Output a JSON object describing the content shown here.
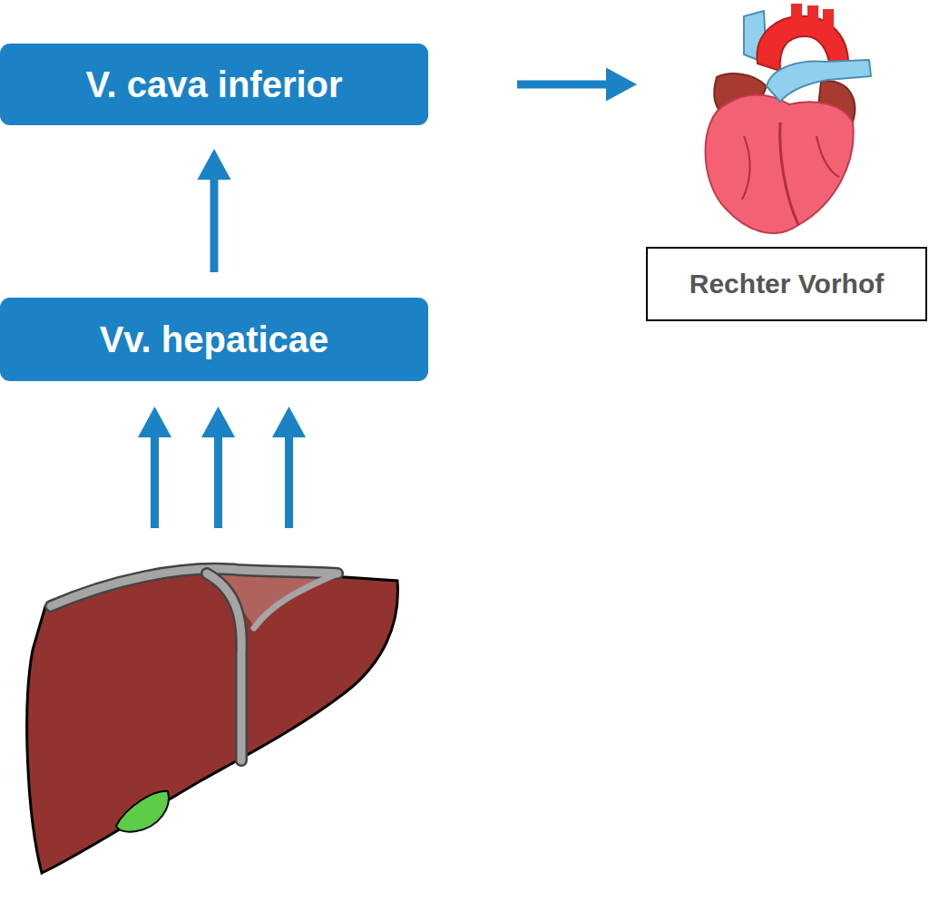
{
  "diagram": {
    "nodes": [
      {
        "text": [
          "V. cava inferior"
        ]
      },
      {
        "text": [
          "Rechter Vorhof"
        ]
      },
      {
        "text": [
          "Vv. hepaticae"
        ]
      }
    ],
    "edges": [
      {
        "from": 2,
        "to": 0,
        "arrow": "to"
      },
      {
        "from": 0,
        "to": 1,
        "arrow": "to"
      }
    ]
  }
}
